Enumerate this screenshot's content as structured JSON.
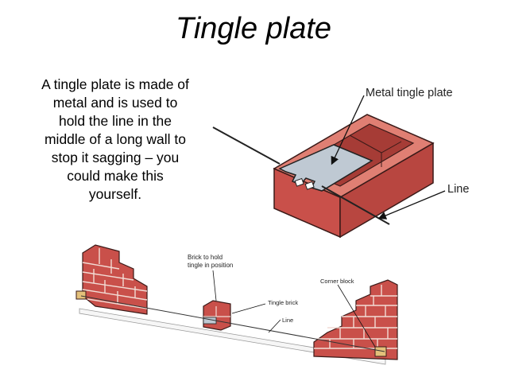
{
  "slide": {
    "title": "Tingle plate",
    "description": "A tingle plate is made of\nmetal and is used to\nhold the line in the\nmiddle of a long wall to\nstop it sagging – you\ncould make this\nyourself."
  },
  "diagram_top": {
    "labels": {
      "metal_tingle_plate": "Metal tingle plate",
      "line": "Line"
    }
  },
  "diagram_bottom": {
    "labels": {
      "brick_hold_line1": "Brick to hold",
      "brick_hold_line2": "tingle in position",
      "corner_block": "Corner block",
      "tingle_brick": "Tingle brick",
      "line": "Line"
    }
  },
  "colors": {
    "brick": "#c9504a",
    "brick_dark": "#a63c36",
    "brick_top": "#e07f73",
    "mortar": "#f2dcd5",
    "plate": "#bfc9d3",
    "outline": "#3a1a18"
  }
}
